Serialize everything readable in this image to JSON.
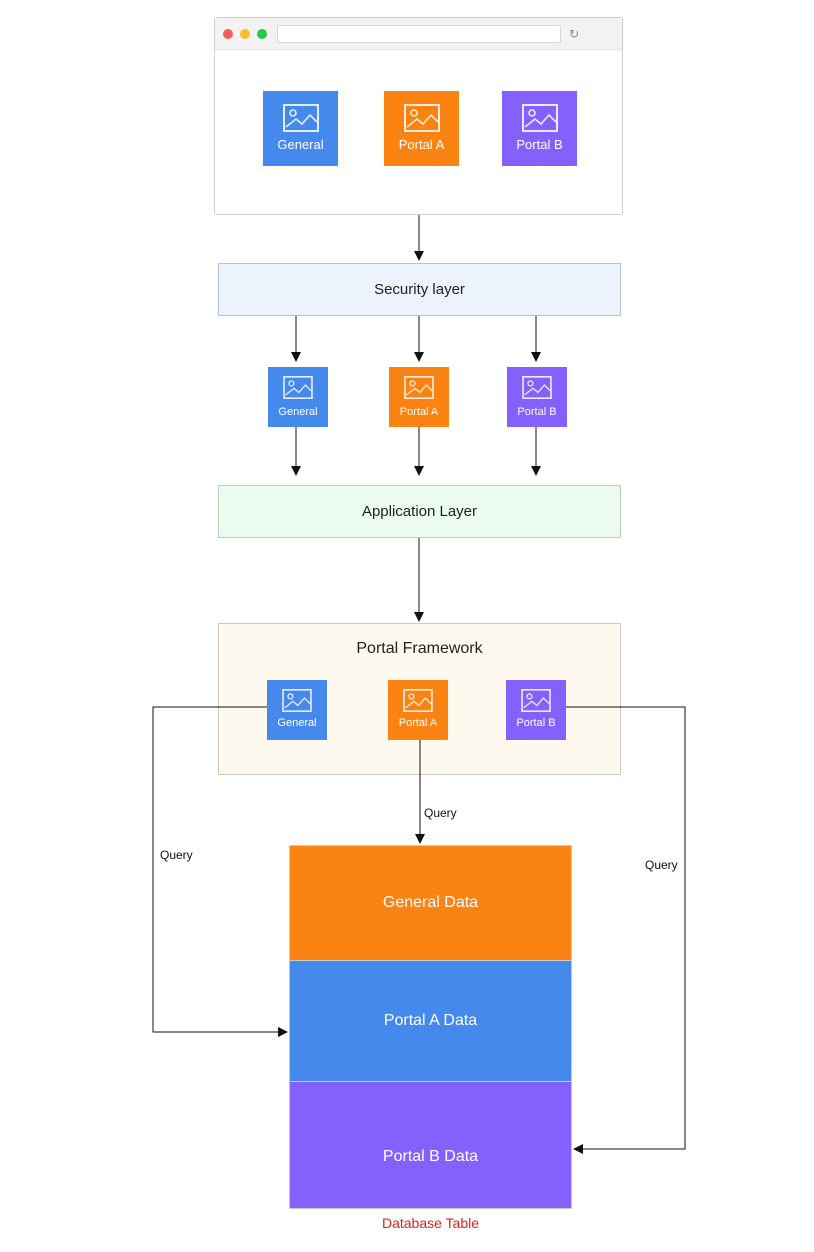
{
  "colors": {
    "general": "#4589ec",
    "portal_a": "#fb8311",
    "portal_b": "#8461fd",
    "security_bg": "#edf3fd",
    "application_bg": "#ecfbef",
    "framework_bg": "#fdf9ef",
    "caption": "#e0201c"
  },
  "browser": {
    "tiles": [
      {
        "label": "General"
      },
      {
        "label": "Portal A"
      },
      {
        "label": "Portal B"
      }
    ]
  },
  "security_layer": {
    "label": "Security layer"
  },
  "middle_tiles": [
    {
      "label": "General"
    },
    {
      "label": "Portal A"
    },
    {
      "label": "Portal B"
    }
  ],
  "application_layer": {
    "label": "Application Layer"
  },
  "portal_framework": {
    "title": "Portal Framework",
    "tiles": [
      {
        "label": "General"
      },
      {
        "label": "Portal A"
      },
      {
        "label": "Portal B"
      }
    ]
  },
  "queries": {
    "left": "Query",
    "center": "Query",
    "right": "Query"
  },
  "database": {
    "rows": [
      {
        "label": "General Data"
      },
      {
        "label": "Portal A Data"
      },
      {
        "label": "Portal B Data"
      }
    ],
    "caption": "Database Table"
  }
}
